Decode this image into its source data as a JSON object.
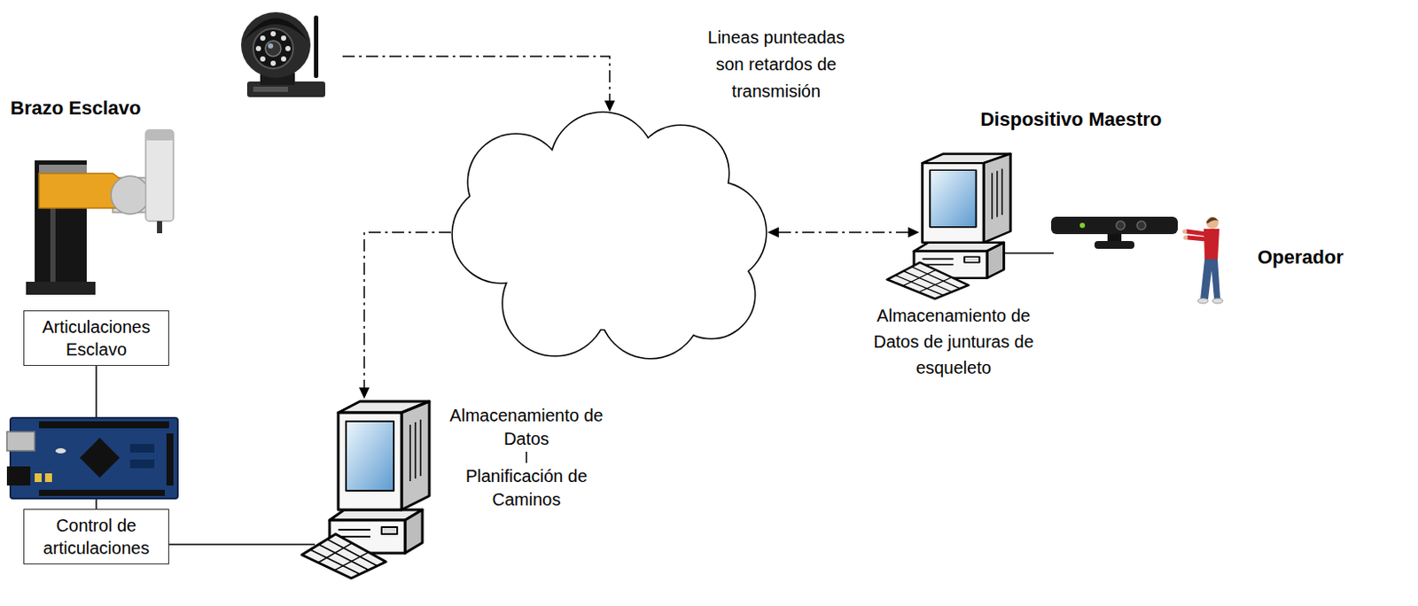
{
  "diagram": {
    "nodes": [
      {
        "text": [
          "Brazo Esclavo"
        ]
      },
      {
        "text": [
          "Articulaciones Esclavo"
        ]
      },
      {
        "text": [
          "Control de articulaciones"
        ]
      },
      {
        "text": [
          "Lineas punteadas son retardos de transmisión"
        ]
      },
      {
        "text": [
          "Dispositivo Maestro",
          "Almacenamiento de Datos de junturas de esqueleto"
        ]
      },
      {
        "text": [
          "Operador"
        ]
      },
      {
        "text": [
          "Almacenamiento de Datos",
          "Planificación de Caminos"
        ]
      }
    ],
    "edges": [
      {
        "from": 1,
        "to": 2,
        "arrow": "none"
      },
      {
        "from": 2,
        "to": 6,
        "arrow": "none"
      },
      {
        "from": 3,
        "to": 6,
        "arrow": "to"
      },
      {
        "from": 3,
        "to": 4,
        "arrow": "both"
      }
    ]
  }
}
